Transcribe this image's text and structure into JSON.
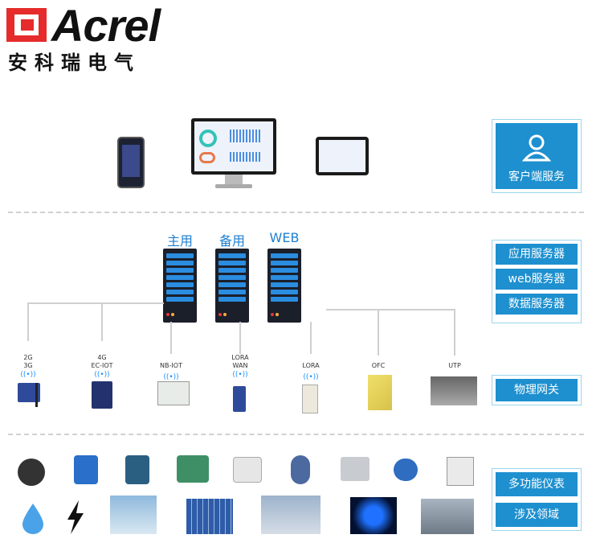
{
  "brand": {
    "name": "Acrel",
    "name_cn": "安科瑞电气"
  },
  "client_panel": {
    "label": "客户端服务"
  },
  "servers": [
    "主用",
    "备用",
    "WEB"
  ],
  "server_panel": {
    "items": [
      "应用服务器",
      "web服务器",
      "数据服务器"
    ]
  },
  "gateways": [
    {
      "label1": "2G",
      "label2": "3G"
    },
    {
      "label1": "4G",
      "label2": "EC-IOT"
    },
    {
      "label1": "NB-IOT",
      "label2": ""
    },
    {
      "label1": "LORA",
      "label2": "WAN"
    },
    {
      "label1": "LORA",
      "label2": ""
    },
    {
      "label1": "OFC",
      "label2": ""
    },
    {
      "label1": "UTP",
      "label2": ""
    }
  ],
  "gateway_panel": {
    "label": "物理网关"
  },
  "field_panel": {
    "items": [
      "多功能仪表",
      "涉及领域"
    ]
  },
  "colors": {
    "accent": "#1e90cf",
    "logo_red": "#e52b2b"
  }
}
